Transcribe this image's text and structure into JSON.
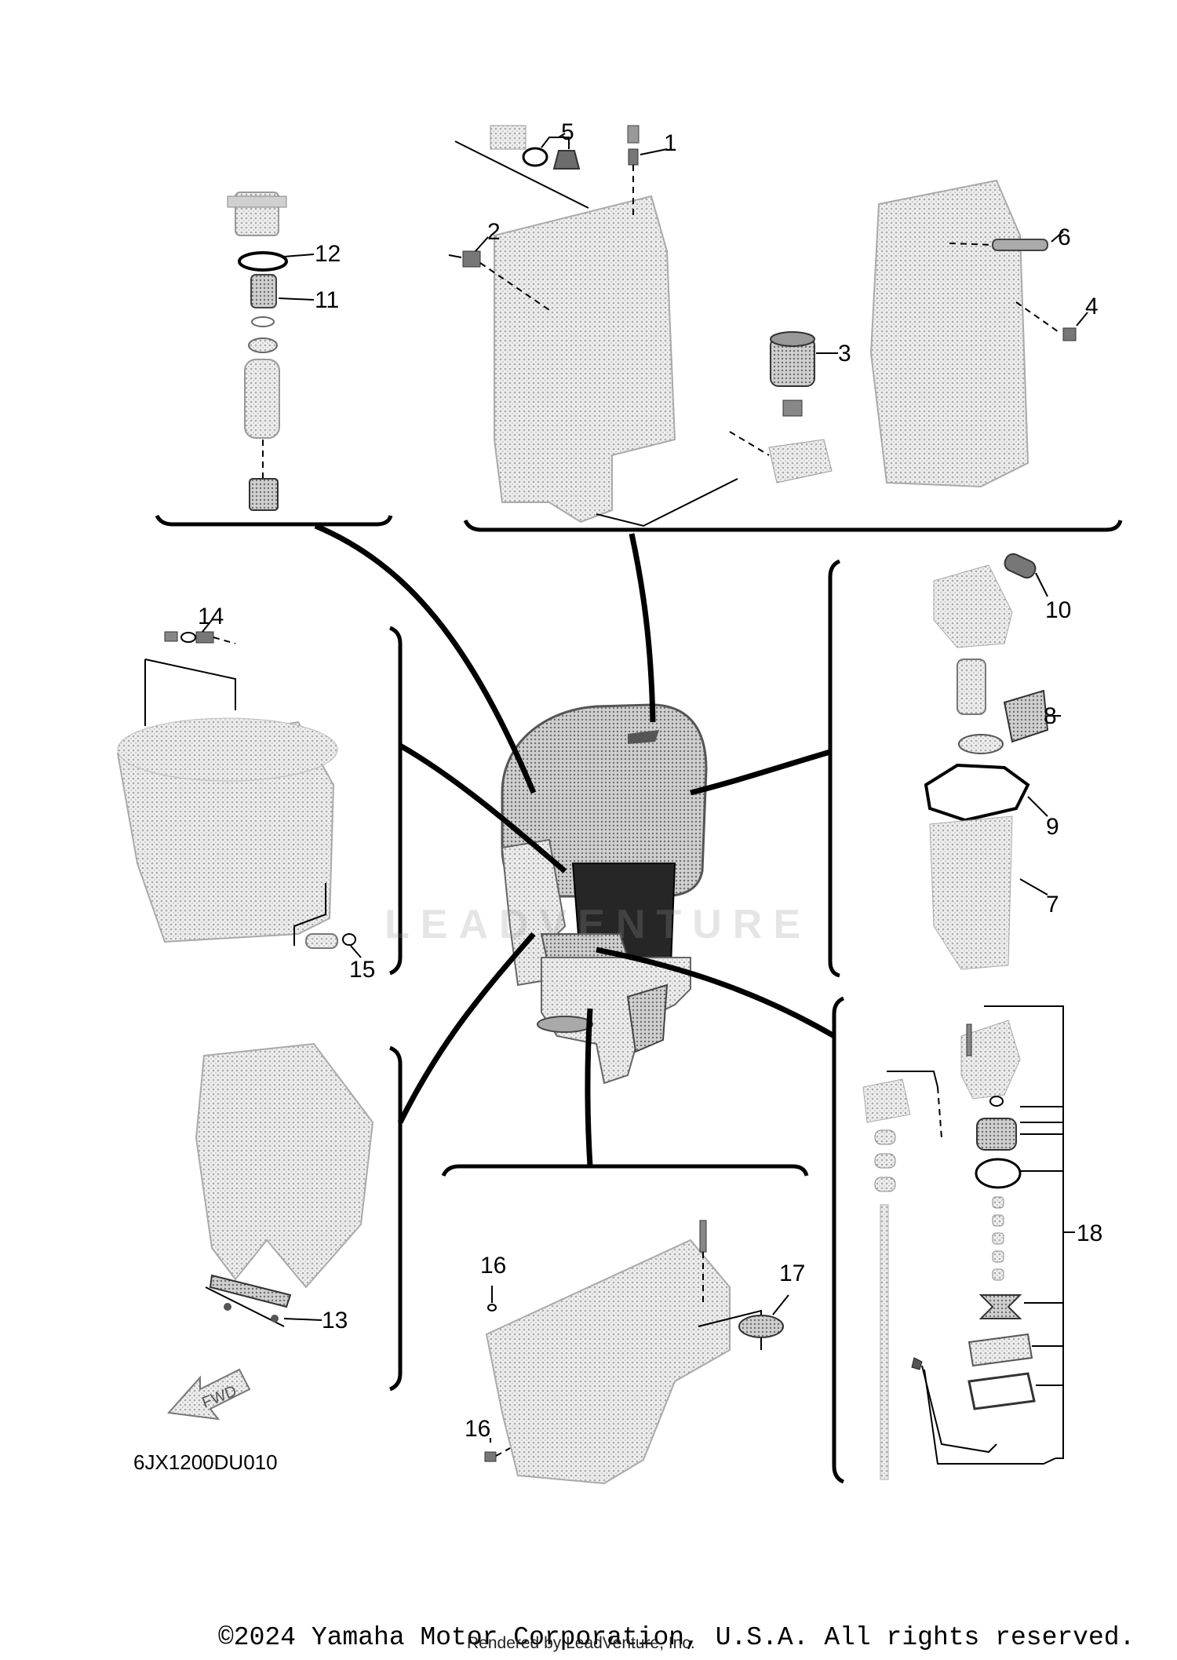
{
  "callouts": {
    "c1": "1",
    "c2": "2",
    "c3": "3",
    "c4": "4",
    "c5": "5",
    "c6": "6",
    "c7": "7",
    "c8": "8",
    "c9": "9",
    "c10": "10",
    "c11": "11",
    "c12": "12",
    "c13": "13",
    "c14": "14",
    "c15": "15",
    "c16a": "16",
    "c16b": "16",
    "c17": "17",
    "c18": "18"
  },
  "arrow_label": "FWD",
  "diagram_code": "6JX1200DU010",
  "watermark": "LEADVENTURE",
  "copyright": "©2024 Yamaha Motor Corporation, U.S.A. All rights reserved.",
  "rendered_by": "Rendered by LeadVenture, Inc."
}
